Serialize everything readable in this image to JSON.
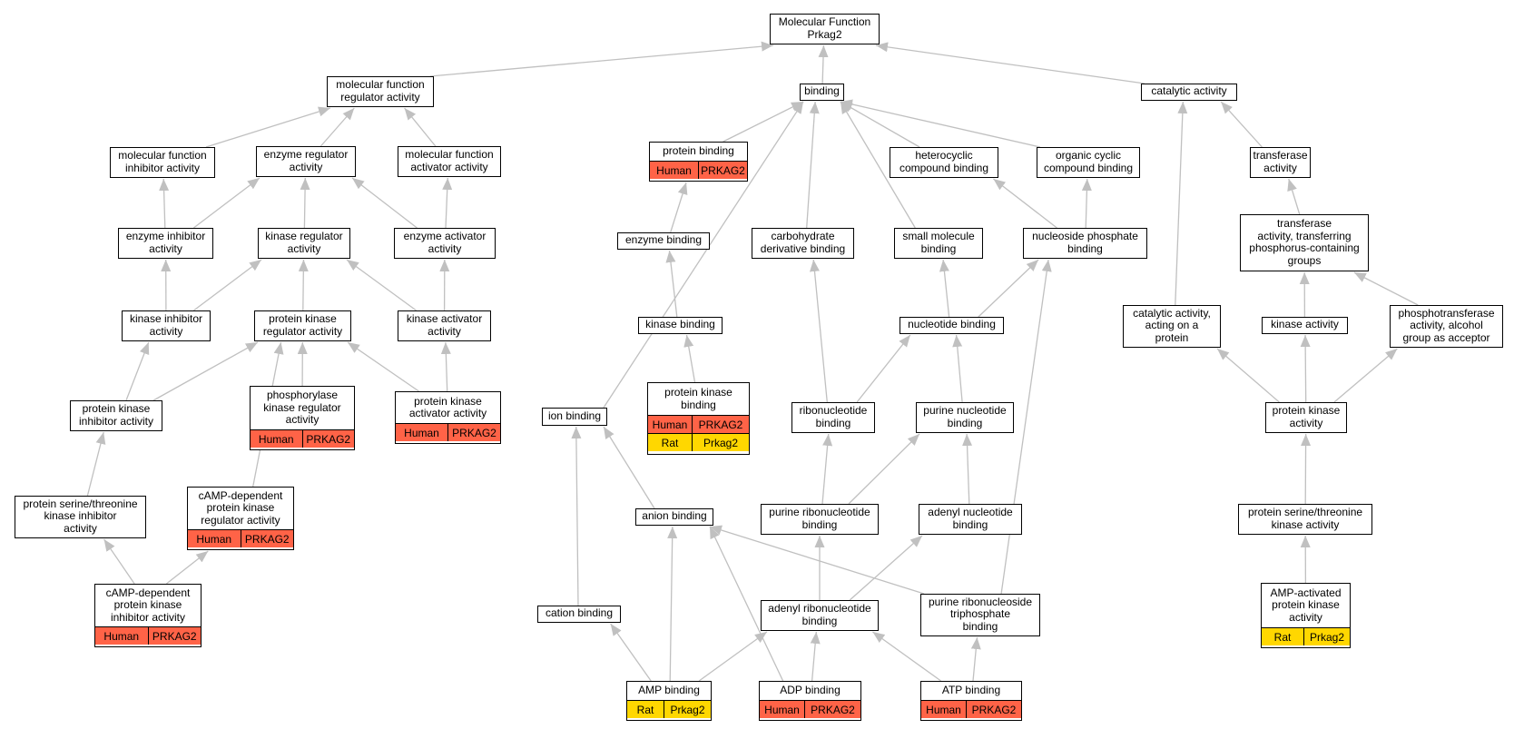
{
  "graph": {
    "title": "Molecular Function Prkag2",
    "nodes": {
      "root": {
        "label": "Molecular Function\nPrkag2"
      },
      "mfr": {
        "label": "molecular function\nregulator activity"
      },
      "binding": {
        "label": "binding"
      },
      "catalytic": {
        "label": "catalytic activity"
      },
      "mfia": {
        "label": "molecular function\ninhibitor activity"
      },
      "era": {
        "label": "enzyme regulator\nactivity"
      },
      "mfaa": {
        "label": "molecular function\nactivator activity"
      },
      "protbind": {
        "label": "protein binding",
        "ann": [
          [
            "Human",
            "PRKAG2"
          ]
        ]
      },
      "hetcyc": {
        "label": "heterocyclic\ncompound binding"
      },
      "orgcyc": {
        "label": "organic cyclic\ncompound binding"
      },
      "transferase": {
        "label": "transferase\nactivity"
      },
      "eia": {
        "label": "enzyme inhibitor\nactivity"
      },
      "kra": {
        "label": "kinase regulator\nactivity"
      },
      "eaa": {
        "label": "enzyme activator\nactivity"
      },
      "enzbind": {
        "label": "enzyme binding"
      },
      "carbo": {
        "label": "carbohydrate\nderivative binding"
      },
      "smallmol": {
        "label": "small molecule\nbinding"
      },
      "nucphos": {
        "label": "nucleoside phosphate\nbinding"
      },
      "transphos": {
        "label": "transferase\nactivity, transferring\nphosphorus-containing\ngroups"
      },
      "kia": {
        "label": "kinase inhibitor\nactivity"
      },
      "pkra": {
        "label": "protein kinase\nregulator activity"
      },
      "kaa": {
        "label": "kinase activator\nactivity"
      },
      "kinbind": {
        "label": "kinase binding"
      },
      "nucbind": {
        "label": "nucleotide binding"
      },
      "catprot": {
        "label": "catalytic activity,\nacting on a\nprotein"
      },
      "kinact": {
        "label": "kinase activity"
      },
      "phosalc": {
        "label": "phosphotransferase\nactivity, alcohol\ngroup as acceptor"
      },
      "phkra": {
        "label": "phosphorylase\nkinase regulator\nactivity",
        "ann": [
          [
            "Human",
            "PRKAG2"
          ]
        ]
      },
      "pkaa": {
        "label": "protein kinase\nactivator activity",
        "ann": [
          [
            "Human",
            "PRKAG2"
          ]
        ]
      },
      "pkbind": {
        "label": "protein kinase\nbinding",
        "ann": [
          [
            "Human",
            "PRKAG2"
          ],
          [
            "Rat",
            "Prkag2"
          ]
        ]
      },
      "pkia": {
        "label": "protein kinase\ninhibitor activity"
      },
      "ionbind": {
        "label": "ion binding"
      },
      "ribonuc": {
        "label": "ribonucleotide\nbinding"
      },
      "purnuc": {
        "label": "purine nucleotide\nbinding"
      },
      "pka": {
        "label": "protein kinase\nactivity"
      },
      "pstkia": {
        "label": "protein serine/threonine\nkinase inhibitor\nactivity"
      },
      "campra": {
        "label": "cAMP-dependent\nprotein kinase\nregulator activity",
        "ann": [
          [
            "Human",
            "PRKAG2"
          ]
        ]
      },
      "anionbind": {
        "label": "anion binding"
      },
      "purribo": {
        "label": "purine ribonucleotide\nbinding"
      },
      "adenylnuc": {
        "label": "adenyl nucleotide\nbinding"
      },
      "pstka": {
        "label": "protein serine/threonine\nkinase activity"
      },
      "campia": {
        "label": "cAMP-dependent\nprotein kinase\ninhibitor activity",
        "ann": [
          [
            "Human",
            "PRKAG2"
          ]
        ]
      },
      "cationbind": {
        "label": "cation binding"
      },
      "adenylribo": {
        "label": "adenyl ribonucleotide\nbinding"
      },
      "purriboside": {
        "label": "purine ribonucleoside\ntriphosphate\nbinding"
      },
      "ampk": {
        "label": "AMP-activated\nprotein kinase\nactivity",
        "ann": [
          [
            "Rat",
            "Prkag2"
          ]
        ]
      },
      "amp": {
        "label": "AMP binding",
        "ann": [
          [
            "Rat",
            "Prkag2"
          ]
        ]
      },
      "adp": {
        "label": "ADP binding",
        "ann": [
          [
            "Human",
            "PRKAG2"
          ]
        ]
      },
      "atp": {
        "label": "ATP binding",
        "ann": [
          [
            "Human",
            "PRKAG2"
          ]
        ]
      }
    },
    "edges": [
      [
        "mfr",
        "root"
      ],
      [
        "binding",
        "root"
      ],
      [
        "catalytic",
        "root"
      ],
      [
        "mfia",
        "mfr"
      ],
      [
        "era",
        "mfr"
      ],
      [
        "mfaa",
        "mfr"
      ],
      [
        "eia",
        "mfia"
      ],
      [
        "eia",
        "era"
      ],
      [
        "kra",
        "era"
      ],
      [
        "eaa",
        "era"
      ],
      [
        "eaa",
        "mfaa"
      ],
      [
        "kia",
        "eia"
      ],
      [
        "kia",
        "kra"
      ],
      [
        "pkra",
        "kra"
      ],
      [
        "kaa",
        "kra"
      ],
      [
        "kaa",
        "eaa"
      ],
      [
        "pkia",
        "kia"
      ],
      [
        "pkia",
        "pkra"
      ],
      [
        "phkra",
        "pkra"
      ],
      [
        "pkaa",
        "pkra"
      ],
      [
        "pkaa",
        "kaa"
      ],
      [
        "campra",
        "pkra"
      ],
      [
        "pstkia",
        "pkia"
      ],
      [
        "campia",
        "pstkia"
      ],
      [
        "campia",
        "campra"
      ],
      [
        "protbind",
        "binding"
      ],
      [
        "ionbind",
        "binding"
      ],
      [
        "carbo",
        "binding"
      ],
      [
        "smallmol",
        "binding"
      ],
      [
        "hetcyc",
        "binding"
      ],
      [
        "orgcyc",
        "binding"
      ],
      [
        "enzbind",
        "protbind"
      ],
      [
        "kinbind",
        "enzbind"
      ],
      [
        "pkbind",
        "kinbind"
      ],
      [
        "nucphos",
        "hetcyc"
      ],
      [
        "nucphos",
        "orgcyc"
      ],
      [
        "nucbind",
        "smallmol"
      ],
      [
        "nucbind",
        "nucphos"
      ],
      [
        "ribonuc",
        "carbo"
      ],
      [
        "ribonuc",
        "nucbind"
      ],
      [
        "purnuc",
        "nucbind"
      ],
      [
        "purribo",
        "ribonuc"
      ],
      [
        "purribo",
        "purnuc"
      ],
      [
        "adenylnuc",
        "purnuc"
      ],
      [
        "adenylribo",
        "purribo"
      ],
      [
        "adenylribo",
        "adenylnuc"
      ],
      [
        "purriboside",
        "anionbind"
      ],
      [
        "purriboside",
        "nucphos"
      ],
      [
        "anionbind",
        "ionbind"
      ],
      [
        "cationbind",
        "ionbind"
      ],
      [
        "amp",
        "cationbind"
      ],
      [
        "amp",
        "anionbind"
      ],
      [
        "amp",
        "adenylribo"
      ],
      [
        "adp",
        "anionbind"
      ],
      [
        "adp",
        "adenylribo"
      ],
      [
        "atp",
        "adenylribo"
      ],
      [
        "atp",
        "purriboside"
      ],
      [
        "transferase",
        "catalytic"
      ],
      [
        "transphos",
        "transferase"
      ],
      [
        "kinact",
        "transphos"
      ],
      [
        "phosalc",
        "transphos"
      ],
      [
        "catprot",
        "catalytic"
      ],
      [
        "pka",
        "catprot"
      ],
      [
        "pka",
        "kinact"
      ],
      [
        "pka",
        "phosalc"
      ],
      [
        "pstka",
        "pka"
      ],
      [
        "ampk",
        "pstka"
      ]
    ]
  },
  "colors": {
    "human": "#ff6347",
    "rat": "#ffd700",
    "edge": "#c0c0c0",
    "border": "#000000"
  }
}
